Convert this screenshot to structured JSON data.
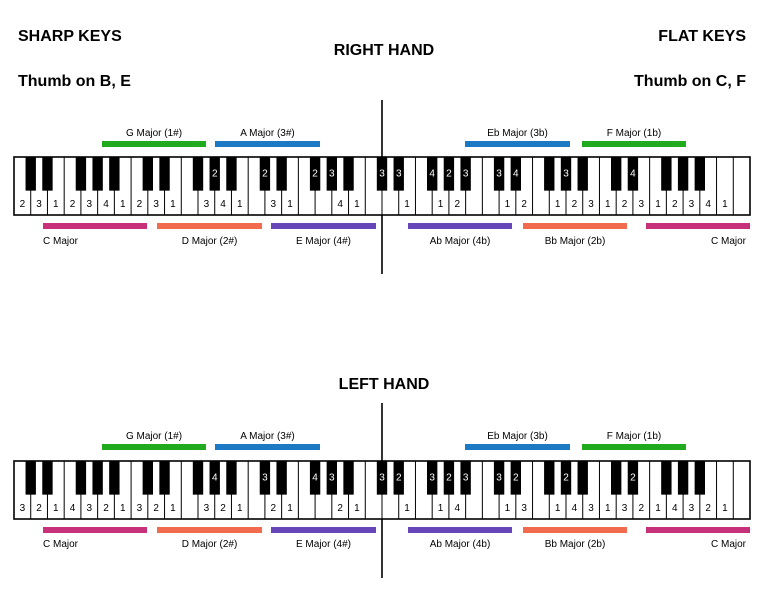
{
  "headings": {
    "sharp": "SHARP KEYS",
    "flat": "FLAT KEYS",
    "thumb_sharp": "Thumb on B, E",
    "thumb_flat": "Thumb on C, F"
  },
  "colors": {
    "green": "#22AA1E",
    "blue": "#1C79C4",
    "pink": "#C6317A",
    "orange": "#F26B4E",
    "purple": "#6646B8"
  },
  "sections": [
    {
      "id": "right",
      "title": "RIGHT HAND",
      "top_bars": [
        {
          "label": "G Major (1#)",
          "color": "green"
        },
        {
          "label": "A Major (3#)",
          "color": "blue"
        },
        {
          "label": "Eb Major (3b)",
          "color": "blue"
        },
        {
          "label": "F Major (1b)",
          "color": "green"
        }
      ],
      "bottom_bars": [
        {
          "label": "C Major",
          "color": "pink"
        },
        {
          "label": "D Major (2#)",
          "color": "orange"
        },
        {
          "label": "E Major (4#)",
          "color": "purple"
        },
        {
          "label": "Ab Major (4b)",
          "color": "purple"
        },
        {
          "label": "Bb Major (2b)",
          "color": "orange"
        },
        {
          "label": "C Major",
          "color": "pink"
        }
      ],
      "white_numbers": [
        [
          "2",
          "3",
          "1",
          "2",
          "3",
          "4",
          "1"
        ],
        [
          "2",
          "3",
          "1",
          "",
          "3",
          "4",
          "1"
        ],
        [
          "",
          "3",
          "1",
          "",
          "",
          "4",
          "1"
        ],
        [
          "",
          "",
          "1",
          "",
          "1",
          "2",
          ""
        ],
        [
          "",
          "1",
          "2",
          "",
          "1",
          "2",
          "3"
        ],
        [
          "1",
          "2",
          "3",
          "1",
          "2",
          "3",
          "4",
          "1"
        ]
      ],
      "black_numbers": [
        [
          "",
          "",
          "",
          "",
          ""
        ],
        [
          "",
          "",
          "",
          "2",
          ""
        ],
        [
          "2",
          "",
          "2",
          "3",
          ""
        ],
        [
          "3",
          "3",
          "4",
          "2",
          "3"
        ],
        [
          "3",
          "4",
          "",
          "3",
          ""
        ],
        [
          "",
          "4",
          "",
          "",
          ""
        ]
      ]
    },
    {
      "id": "left",
      "title": "LEFT HAND",
      "top_bars": [
        {
          "label": "G Major (1#)",
          "color": "green"
        },
        {
          "label": "A Major (3#)",
          "color": "blue"
        },
        {
          "label": "Eb Major (3b)",
          "color": "blue"
        },
        {
          "label": "F Major (1b)",
          "color": "green"
        }
      ],
      "bottom_bars": [
        {
          "label": "C Major",
          "color": "pink"
        },
        {
          "label": "D Major (2#)",
          "color": "orange"
        },
        {
          "label": "E Major (4#)",
          "color": "purple"
        },
        {
          "label": "Ab Major (4b)",
          "color": "purple"
        },
        {
          "label": "Bb Major (2b)",
          "color": "orange"
        },
        {
          "label": "C Major",
          "color": "pink"
        }
      ],
      "white_numbers": [
        [
          "3",
          "2",
          "1",
          "4",
          "3",
          "2",
          "1"
        ],
        [
          "3",
          "2",
          "1",
          "",
          "3",
          "2",
          "1"
        ],
        [
          "",
          "2",
          "1",
          "",
          "",
          "2",
          "1"
        ],
        [
          "",
          "",
          "1",
          "",
          "1",
          "4",
          ""
        ],
        [
          "",
          "1",
          "3",
          "",
          "1",
          "4",
          "3"
        ],
        [
          "1",
          "3",
          "2",
          "1",
          "4",
          "3",
          "2",
          "1"
        ]
      ],
      "black_numbers": [
        [
          "",
          "",
          "",
          "",
          ""
        ],
        [
          "",
          "",
          "",
          "4",
          ""
        ],
        [
          "3",
          "",
          "4",
          "3",
          ""
        ],
        [
          "3",
          "2",
          "3",
          "2",
          "3"
        ],
        [
          "3",
          "2",
          "",
          "2",
          ""
        ],
        [
          "",
          "2",
          "",
          "",
          ""
        ]
      ]
    }
  ]
}
